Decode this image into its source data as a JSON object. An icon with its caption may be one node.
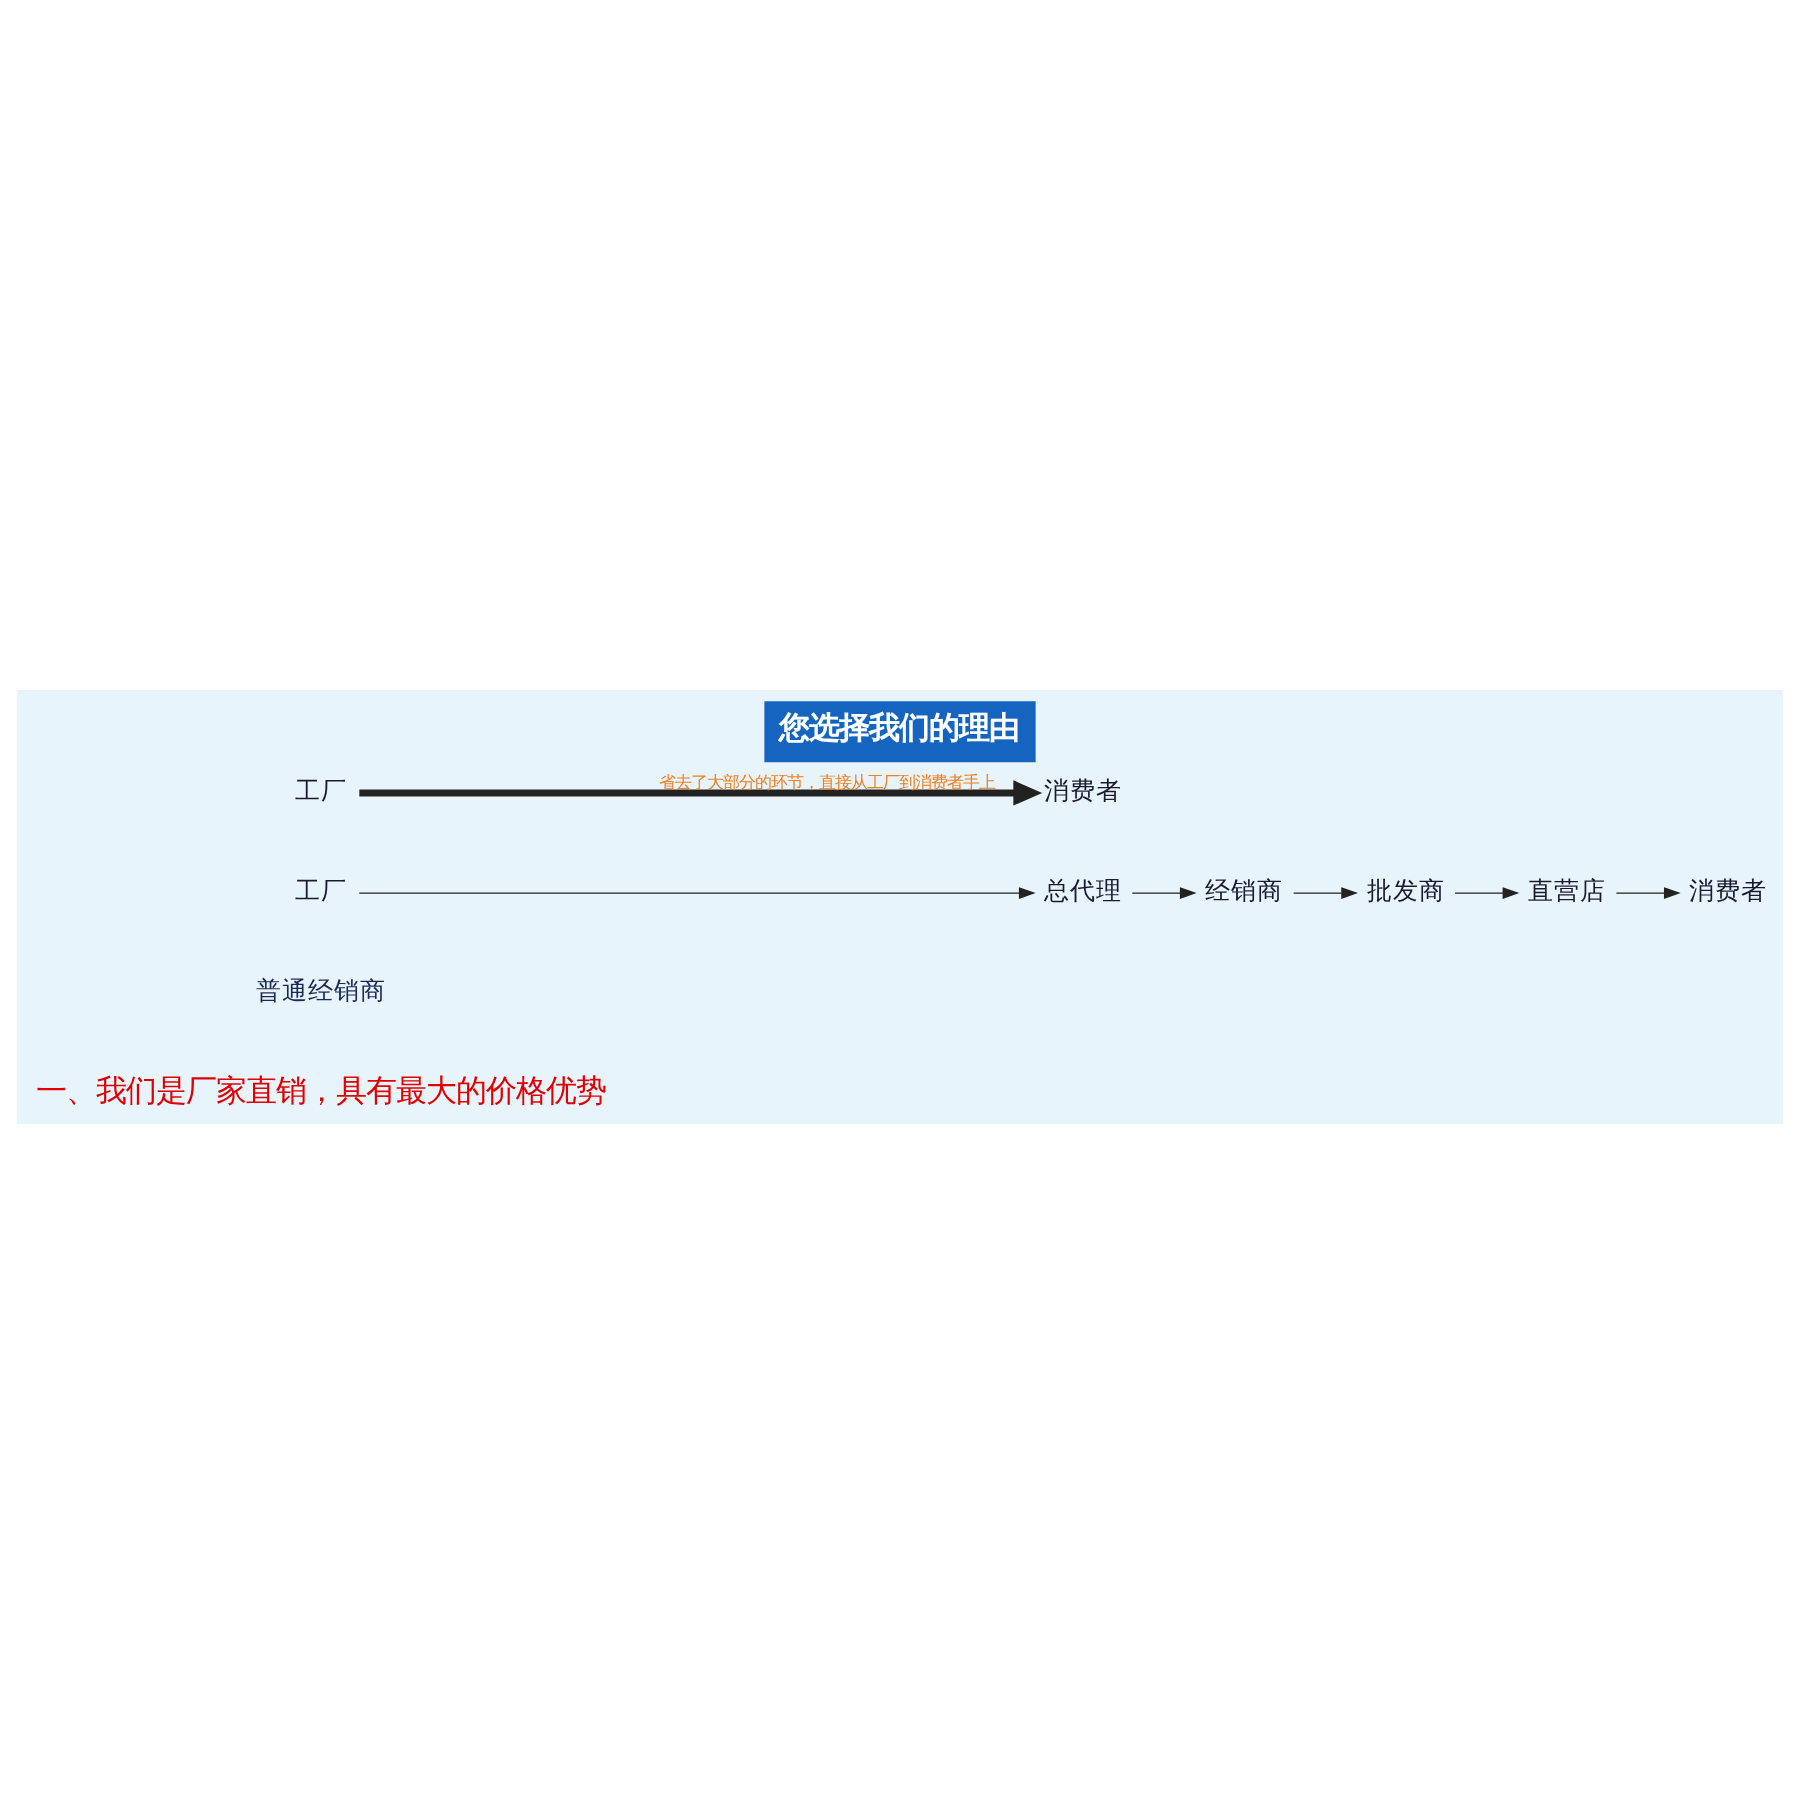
{
  "diagram": {
    "title": "您选择我们的理由",
    "nodes": [
      {
        "text": [
          "工厂"
        ]
      },
      {
        "text": [
          "总代理"
        ]
      },
      {
        "text": [
          "经销商"
        ]
      },
      {
        "text": [
          "批发商"
        ]
      },
      {
        "text": [
          "直营店"
        ]
      },
      {
        "text": [
          "消费者"
        ]
      },
      {
        "text": [
          "工厂"
        ]
      },
      {
        "text": [
          "消费者"
        ]
      }
    ],
    "edges": [
      {
        "from": 0,
        "to": 1,
        "arrow": "to"
      },
      {
        "from": 1,
        "to": 2,
        "arrow": "to"
      },
      {
        "from": 2,
        "to": 3,
        "arrow": "to"
      },
      {
        "from": 3,
        "to": 4,
        "arrow": "to"
      },
      {
        "from": 4,
        "to": 5,
        "arrow": "to"
      },
      {
        "from": 6,
        "to": 7,
        "arrow": "to",
        "style": "thick",
        "label": "省去了大部分的环节，直接从工厂到消费者手上"
      }
    ],
    "labels": [
      "一、我们是厂家直销，具有最大的价格优势",
      "普通经销商"
    ]
  }
}
